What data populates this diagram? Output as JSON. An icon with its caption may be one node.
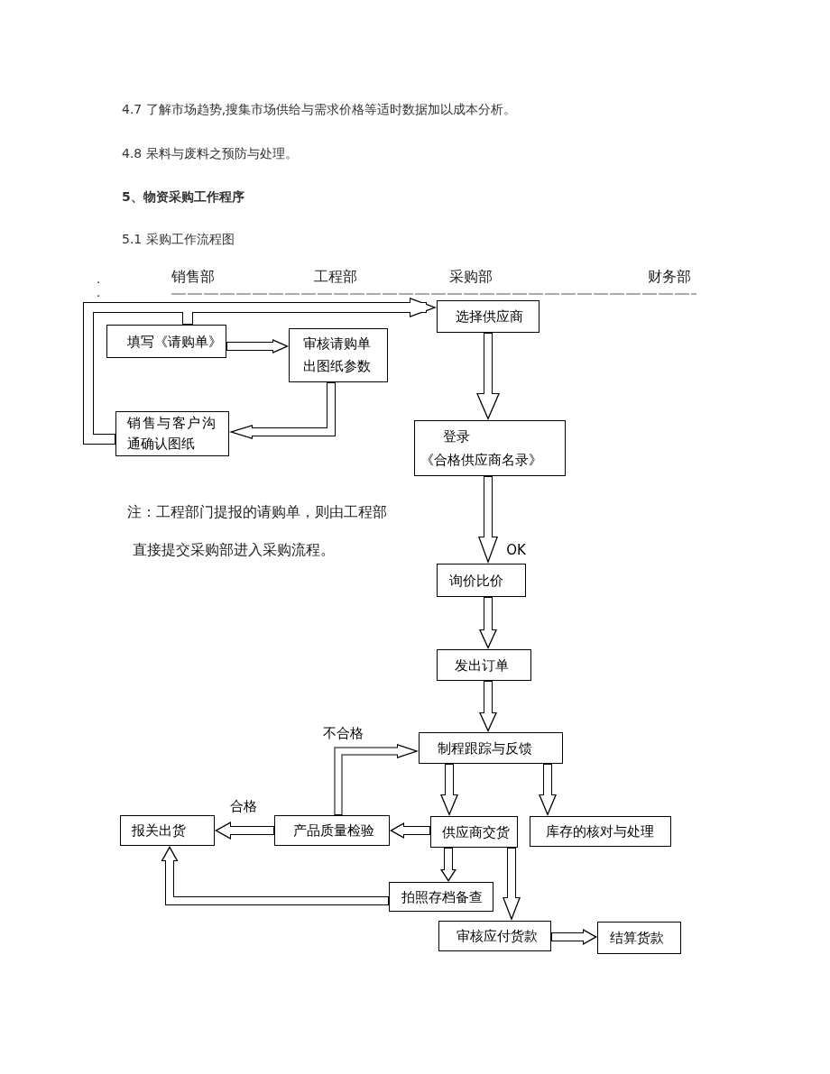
{
  "diagram": {
    "nodes": [
      {
        "text": [
          "选择供应商"
        ]
      },
      {
        "text": [
          "填写《请购单》"
        ]
      },
      {
        "text": [
          "审核请购单出图纸参数"
        ]
      },
      {
        "text": [
          "销售与客户沟通确认图纸"
        ]
      },
      {
        "text": [
          "登录",
          "《合格供应商名录》"
        ]
      },
      {
        "text": [
          "询价比价"
        ]
      },
      {
        "text": [
          "发出订单"
        ]
      },
      {
        "text": [
          "制程跟踪与反馈"
        ]
      },
      {
        "text": [
          "报关出货"
        ]
      },
      {
        "text": [
          "产品质量检验"
        ]
      },
      {
        "text": [
          "供应商交货"
        ]
      },
      {
        "text": [
          "库存的核对与处理"
        ]
      },
      {
        "text": [
          "拍照存档备查"
        ]
      },
      {
        "text": [
          "审核应付货款"
        ]
      },
      {
        "text": [
          "结算货款"
        ]
      }
    ],
    "edges": [
      {
        "from": 3,
        "to": 0,
        "arrow": "to"
      },
      {
        "from": 1,
        "to": 0,
        "arrow": "to"
      },
      {
        "from": 1,
        "to": 2,
        "arrow": "to"
      },
      {
        "from": 2,
        "to": 3,
        "arrow": "to"
      },
      {
        "from": 0,
        "to": 4,
        "arrow": "to"
      },
      {
        "from": 4,
        "to": 5,
        "arrow": "to",
        "label": "OK"
      },
      {
        "from": 5,
        "to": 6,
        "arrow": "to"
      },
      {
        "from": 6,
        "to": 7,
        "arrow": "to"
      },
      {
        "from": 7,
        "to": 10,
        "arrow": "to"
      },
      {
        "from": 7,
        "to": 11,
        "arrow": "to"
      },
      {
        "from": 10,
        "to": 9,
        "arrow": "to"
      },
      {
        "from": 9,
        "to": 8,
        "arrow": "to",
        "label": "合格"
      },
      {
        "from": 9,
        "to": 7,
        "arrow": "to",
        "label": "不合格"
      },
      {
        "from": 10,
        "to": 12,
        "arrow": "to"
      },
      {
        "from": 10,
        "to": 13,
        "arrow": "to"
      },
      {
        "from": 12,
        "to": 8,
        "arrow": "to"
      },
      {
        "from": 13,
        "to": 14,
        "arrow": "to"
      }
    ],
    "labels": [
      "4.7 了解市场趋势,搜集市场供给与需求价格等适时数据加以成本分析。",
      "4.8 呆料与废料之预防与处理。",
      "5、物资采购工作程序",
      "5.1 采购工作流程图",
      ".",
      "销售部",
      "工程部",
      "采购部",
      "财务部",
      ".",
      "注：工程部门提报的请购单，则由工程部直接提交采购部进入采购流程。"
    ]
  }
}
